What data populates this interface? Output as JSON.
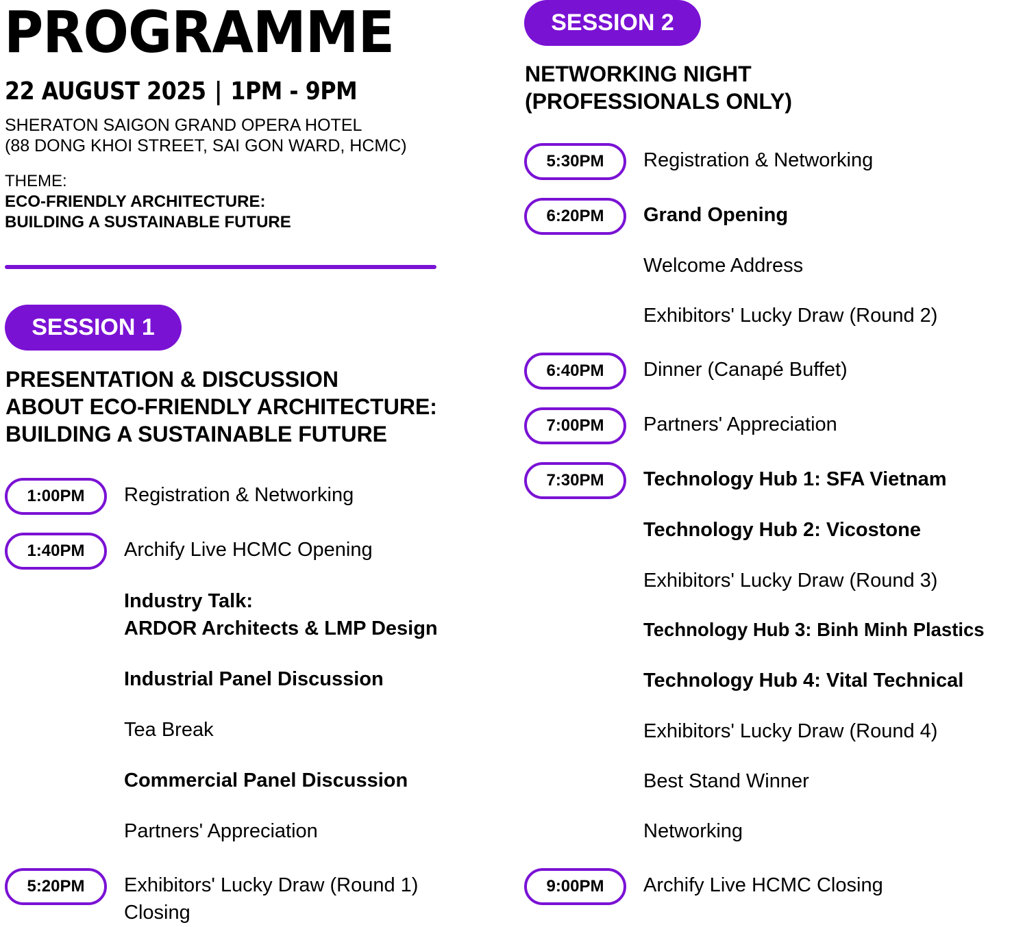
{
  "header": {
    "title": "PROGRAMME",
    "date": "22 AUGUST 2025",
    "separator": "|",
    "time": "1PM - 9PM",
    "venue_line1": "SHERATON SAIGON GRAND OPERA HOTEL",
    "venue_line2": "(88 DONG KHOI STREET, SAI GON WARD, HCMC)",
    "theme_label": "THEME:",
    "theme_line1": "ECO-FRIENDLY ARCHITECTURE:",
    "theme_line2": "BUILDING A SUSTAINABLE FUTURE"
  },
  "colors": {
    "accent": "#7a12d4",
    "text": "#000000",
    "background": "#ffffff"
  },
  "session1": {
    "label": "SESSION 1",
    "heading_line1": "PRESENTATION & DISCUSSION",
    "heading_line2": "ABOUT ECO-FRIENDLY ARCHITECTURE:",
    "heading_line3": "BUILDING A SUSTAINABLE FUTURE",
    "times": [
      "1:00PM",
      "1:40PM",
      "5:20PM"
    ],
    "items": [
      "Registration & Networking",
      "Archify Live HCMC Opening",
      "Industry Talk:",
      "ARDOR Architects & LMP Design",
      "Industrial Panel Discussion",
      "Tea Break",
      "Commercial Panel Discussion",
      "Partners' Appreciation",
      "Exhibitors' Lucky Draw (Round 1)",
      "Closing"
    ]
  },
  "session2": {
    "label": "SESSION 2",
    "heading_line1": "NETWORKING NIGHT",
    "heading_line2": "(PROFESSIONALS ONLY)",
    "times": [
      "5:30PM",
      "6:20PM",
      "6:40PM",
      "7:00PM",
      "7:30PM",
      "9:00PM"
    ],
    "items": [
      "Registration & Networking",
      "Grand Opening",
      "Welcome Address",
      "Exhibitors' Lucky Draw (Round 2)",
      "Dinner (Canapé Buffet)",
      "Partners' Appreciation",
      "Technology Hub 1: SFA Vietnam",
      "Technology Hub 2: Vicostone",
      "Exhibitors' Lucky Draw (Round 3)",
      "Technology Hub 3: Binh Minh Plastics",
      "Technology Hub 4: Vital Technical",
      "Exhibitors' Lucky Draw (Round 4)",
      "Best Stand Winner",
      "Networking",
      "Archify Live HCMC Closing"
    ]
  }
}
